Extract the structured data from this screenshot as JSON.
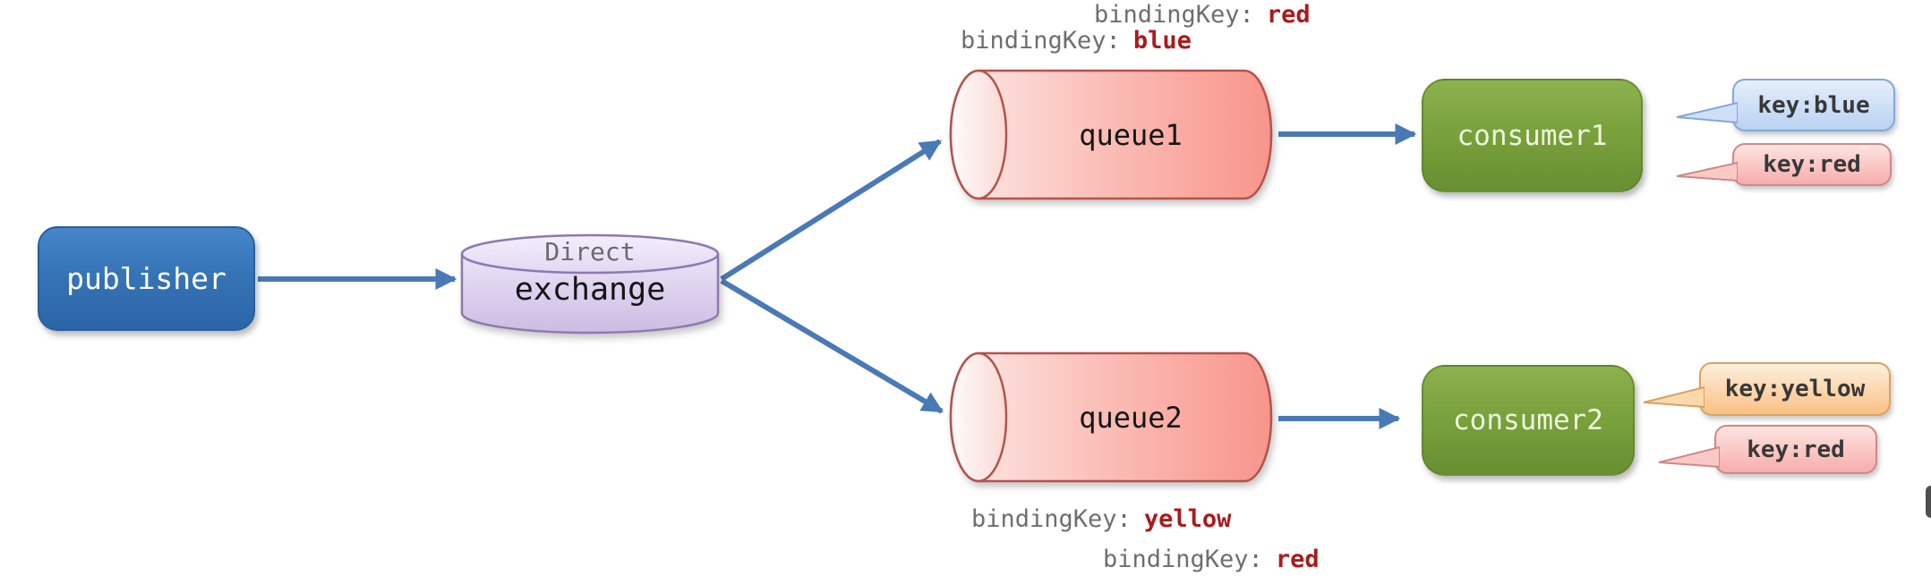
{
  "nodes": {
    "publisher": {
      "label": "publisher"
    },
    "exchange": {
      "kind": "Direct",
      "label": "exchange"
    },
    "queue1": {
      "label": "queue1"
    },
    "queue2": {
      "label": "queue2"
    },
    "consumer1": {
      "label": "consumer1"
    },
    "consumer2": {
      "label": "consumer2"
    }
  },
  "bindings": {
    "queue1_red": {
      "prefix": "bindingKey:",
      "value": "red"
    },
    "queue1_blue": {
      "prefix": "bindingKey:",
      "value": "blue"
    },
    "queue2_yellow": {
      "prefix": "bindingKey:",
      "value": "yellow"
    },
    "queue2_red": {
      "prefix": "bindingKey:",
      "value": "red"
    }
  },
  "key_tags": {
    "consumer1_blue": {
      "label": "key:blue"
    },
    "consumer1_red": {
      "label": "key:red"
    },
    "consumer2_yellow": {
      "label": "key:yellow"
    },
    "consumer2_red": {
      "label": "key:red"
    }
  },
  "colors": {
    "publisher_fill": "#3674b6",
    "exchange_fill": "#ddd0f0",
    "exchange_border": "#8d7aae",
    "queue_fill": "#f8958b",
    "queue_border": "#b4524d",
    "consumer_fill": "#7aa23c",
    "arrow": "#4a7ab5",
    "binding_prefix_color": "#6e6e6e",
    "binding_value_color": "#a81c1c",
    "tag_blue": "#b9d2f2",
    "tag_red": "#f7adab",
    "tag_yellow": "#fac083"
  }
}
